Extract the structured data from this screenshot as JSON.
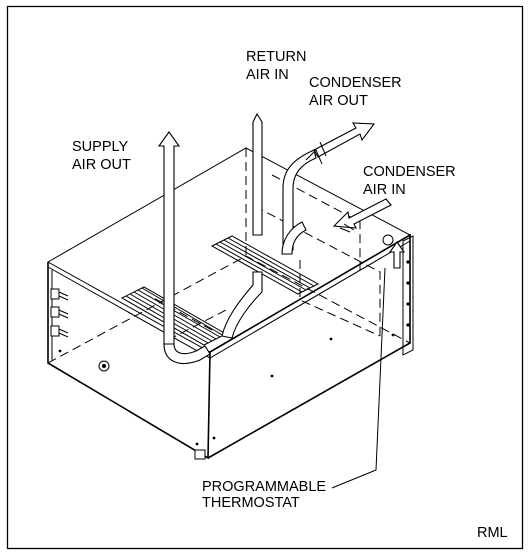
{
  "labels": {
    "return_air_in": [
      "RETURN",
      "AIR IN"
    ],
    "condenser_air_out": [
      "CONDENSER",
      "AIR OUT"
    ],
    "supply_air_out": [
      "SUPPLY",
      "AIR OUT"
    ],
    "condenser_air_in": [
      "CONDENSER",
      "AIR IN"
    ],
    "programmable_thermostat": [
      "PROGRAMMABLE",
      "THERMOSTAT"
    ],
    "drawing_initials": "RML"
  }
}
